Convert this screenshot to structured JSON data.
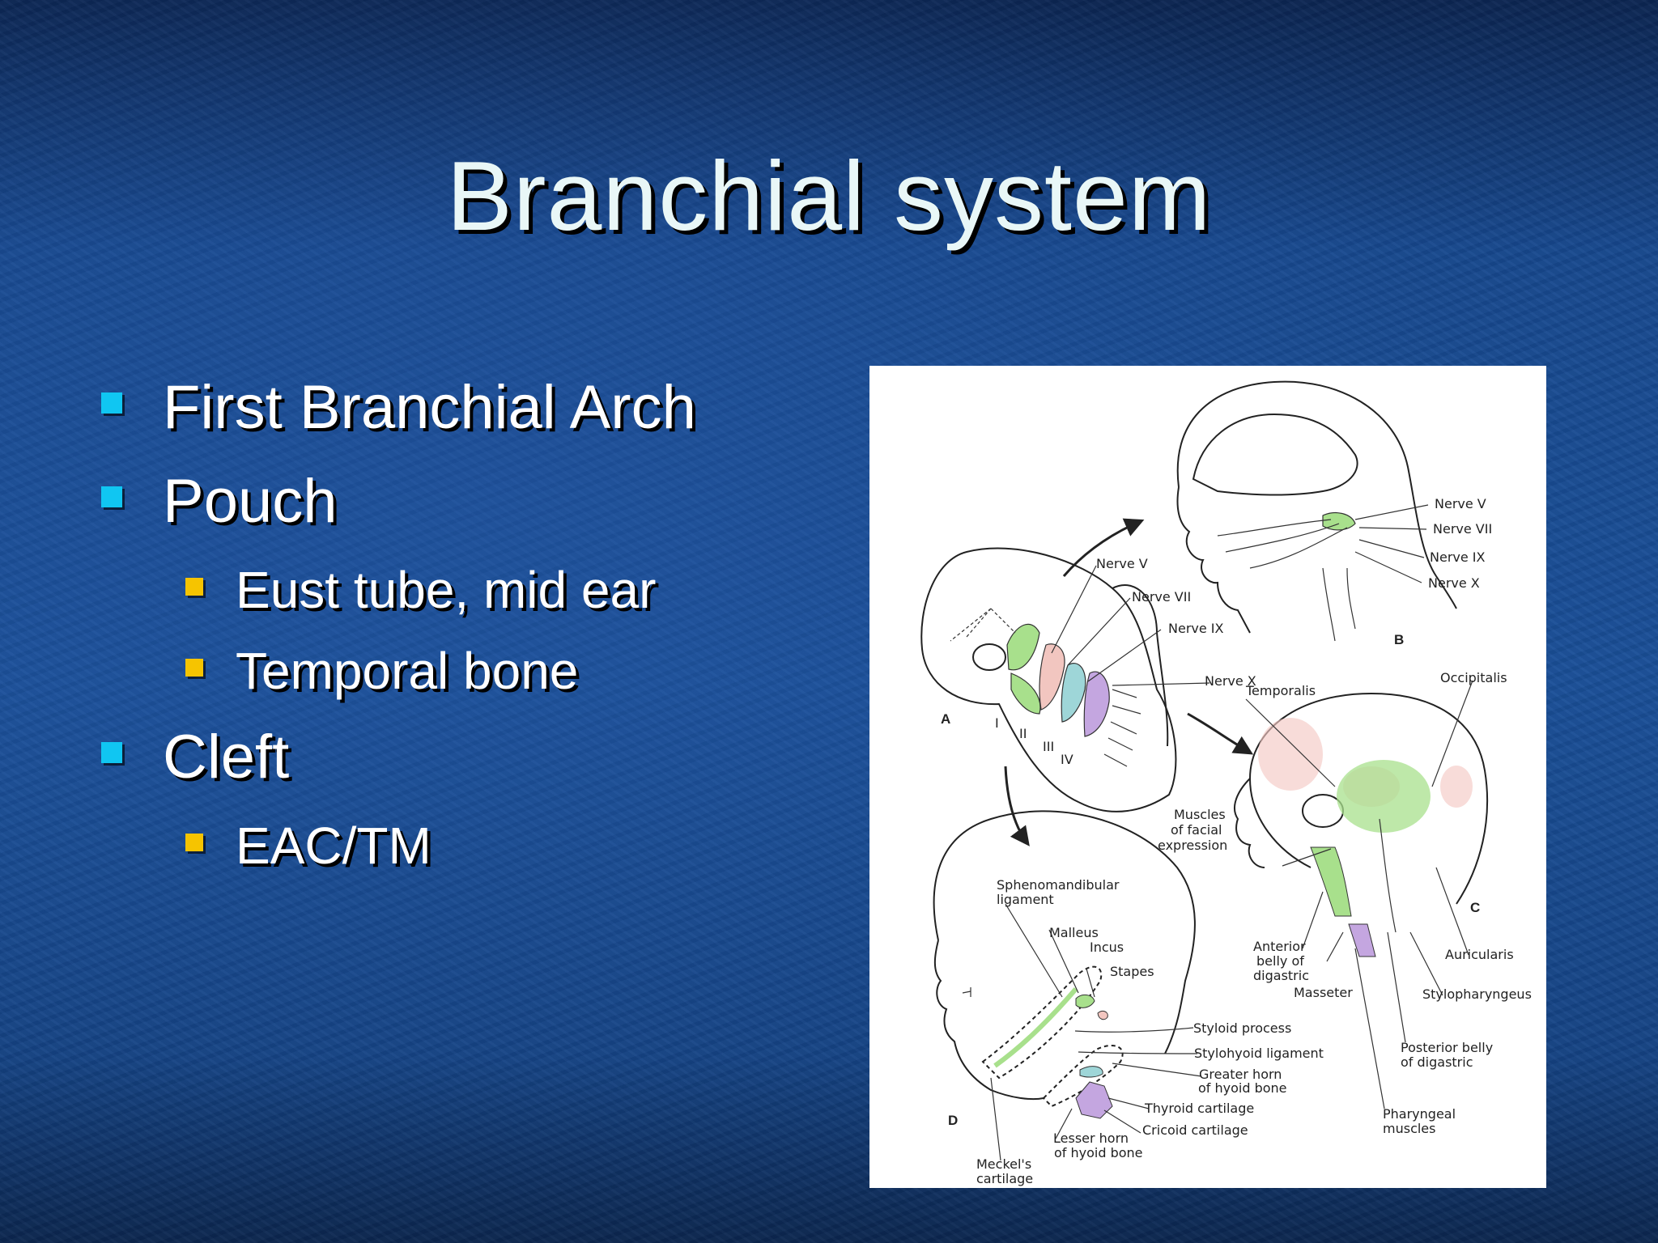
{
  "slide": {
    "title": "Branchial system",
    "bullets": [
      {
        "level": 1,
        "text": "First Branchial Arch"
      },
      {
        "level": 1,
        "text": "Pouch"
      },
      {
        "level": 2,
        "text": "Eust tube, mid ear"
      },
      {
        "level": 2,
        "text": "Temporal bone"
      },
      {
        "level": 1,
        "text": "Cleft"
      },
      {
        "level": 2,
        "text": "EAC/TM"
      }
    ]
  },
  "figure": {
    "panels": [
      "A",
      "B",
      "C",
      "D"
    ],
    "panel_a": {
      "arch_numerals": [
        "I",
        "II",
        "III",
        "IV"
      ],
      "nerves": [
        "Nerve V",
        "Nerve VII",
        "Nerve IX",
        "Nerve X"
      ]
    },
    "panel_b": {
      "nerves": [
        "Nerve V",
        "Nerve VII",
        "Nerve IX",
        "Nerve X"
      ]
    },
    "panel_c": {
      "labels": {
        "temporalis": "Temporalis",
        "occipitalis": "Occipitalis",
        "facial_1": "Muscles",
        "facial_2": "of  facial",
        "facial_3": "expression",
        "digastric_1": "Anterior",
        "digastric_2": "belly of",
        "digastric_3": "digastric",
        "masseter": "Masseter",
        "auricularis": "Auricularis",
        "stylopharyngeus": "Stylopharyngeus",
        "posterior_1": "Posterior belly",
        "posterior_2": "of digastric",
        "pharyngeal_1": "Pharyngeal",
        "pharyngeal_2": "muscles"
      }
    },
    "panel_d": {
      "labels": {
        "spheno_1": "Sphenomandibular",
        "spheno_2": "ligament",
        "malleus": "Malleus",
        "incus": "Incus",
        "stapes": "Stapes",
        "styloid": "Styloid process",
        "stylohyoid": "Stylohyoid ligament",
        "greater_1": "Greater horn",
        "greater_2": "of hyoid bone",
        "thyroid": "Thyroid cartilage",
        "cricoid": "Cricoid cartilage",
        "lesser_1": "Lesser horn",
        "lesser_2": "of hyoid bone",
        "meckel_1": "Meckel's",
        "meckel_2": "cartilage"
      }
    },
    "colors": {
      "nerve_v_arch": "#a8e08c",
      "nerve_vii_arch": "#f2c6c0",
      "nerve_ix_arch": "#9ed6d8",
      "nerve_x_arch": "#c4a6e0"
    }
  }
}
